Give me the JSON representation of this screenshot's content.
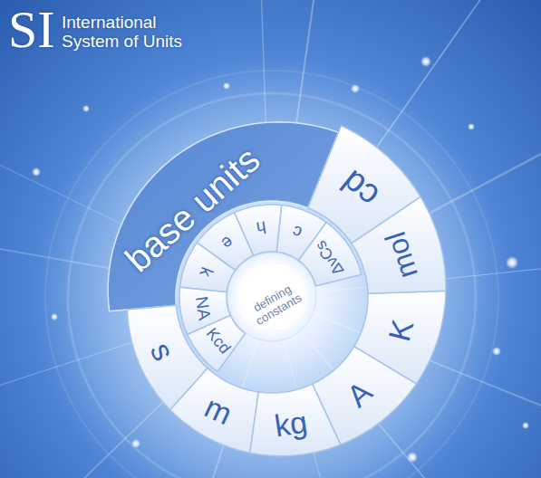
{
  "diagram": {
    "title": "International System of Units",
    "nodes": [
      {
        "text": [
          "base units"
        ]
      },
      {
        "text": [
          "s"
        ]
      },
      {
        "text": [
          "m"
        ]
      },
      {
        "text": [
          "kg"
        ]
      },
      {
        "text": [
          "A"
        ]
      },
      {
        "text": [
          "K"
        ]
      },
      {
        "text": [
          "mol"
        ]
      },
      {
        "text": [
          "cd"
        ]
      },
      {
        "text": [
          "defining constants"
        ]
      },
      {
        "text": [
          "ΔνCs"
        ]
      },
      {
        "text": [
          "c"
        ]
      },
      {
        "text": [
          "h"
        ]
      },
      {
        "text": [
          "e"
        ]
      },
      {
        "text": [
          "k"
        ]
      },
      {
        "text": [
          "NA"
        ]
      },
      {
        "text": [
          "Kcd"
        ]
      }
    ],
    "labels": [
      "SI"
    ]
  }
}
